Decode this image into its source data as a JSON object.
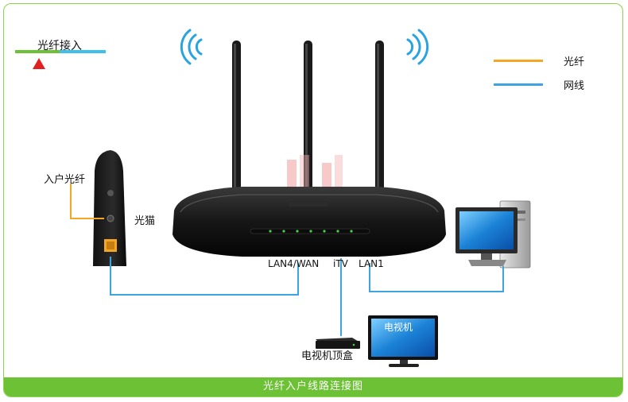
{
  "banner": {
    "text": "光纤入户线路连接图"
  },
  "top_left": {
    "title": "光纤接入"
  },
  "legend": {
    "fiber_label": "光纤",
    "cable_label": "网线",
    "fiber_color": "#f5a623",
    "cable_color": "#3da4e0"
  },
  "modem": {
    "fiber_in_label": "入户光纤",
    "name": "光猫"
  },
  "router": {
    "ports": {
      "wan": "LAN4/WAN",
      "itv": "iTV",
      "lan1": "LAN1"
    }
  },
  "tv": {
    "screen_text": "电视机",
    "stb_label": "电视机顶盒"
  },
  "colors": {
    "accent_green": "#6cc134",
    "frame_green": "#8fd14f",
    "arrow_red": "#e02020"
  }
}
